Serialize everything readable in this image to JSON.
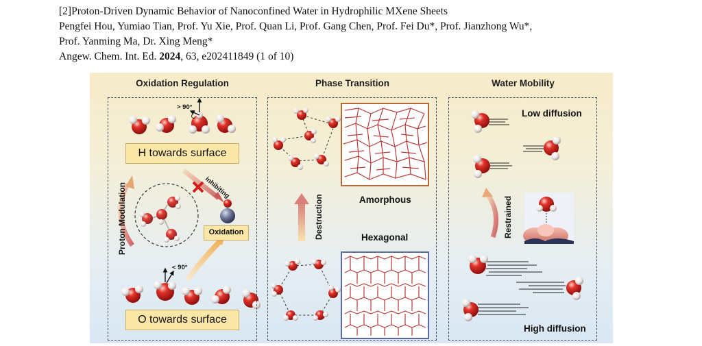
{
  "citation": {
    "line1": "[2]Proton-Driven Dynamic Behavior of Nanoconfined Water in Hydrophilic MXene Sheets",
    "line2": "Pengfei Hou, Yumiao Tian, Prof. Yu Xie, Prof. Quan Li, Prof. Gang Chen, Prof. Fei Du*, Prof. Jianzhong Wu*,",
    "line3": "Prof. Yanming Ma, Dr. Xing Meng*",
    "journal_prefix": "Angew. Chem. Int. Ed. ",
    "year": "2024",
    "journal_suffix": ", 63, e202411849 (1 of 10)"
  },
  "figure": {
    "panels": {
      "oxidation": {
        "title": "Oxidation Regulation",
        "angle_top": "> 90°",
        "angle_bottom": "< 90°",
        "h_towards": "H towards surface",
        "o_towards": "O towards surface",
        "inhibiting": "inhibiting",
        "proton_modulation": "Proton Modulation",
        "oxidation": "Oxidation"
      },
      "phase": {
        "title": "Phase Transition",
        "amorphous": "Amorphous",
        "hexagonal": "Hexagonal",
        "destruction": "Destruction"
      },
      "mobility": {
        "title": "Water Mobility",
        "low": "Low diffusion",
        "high": "High diffusion",
        "restrained": "Restrained"
      }
    },
    "colors": {
      "oxygen": "#d42a24",
      "hydrogen": "#f4f0ee",
      "network": "#b93a3a",
      "frame_amorphous": "#b06a3a",
      "frame_hexagonal": "#5a6aa0"
    }
  }
}
